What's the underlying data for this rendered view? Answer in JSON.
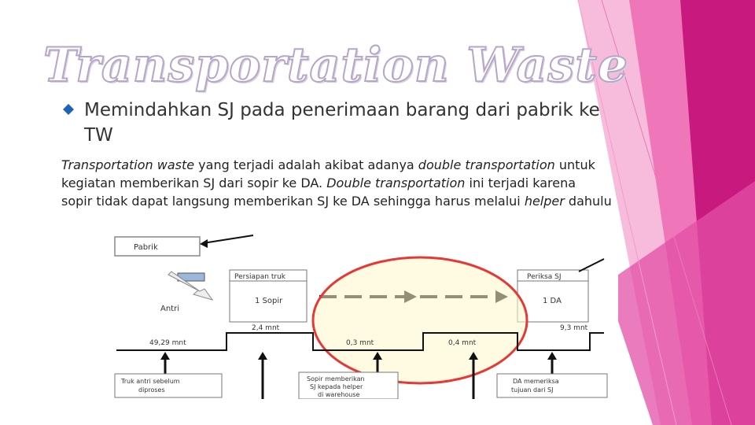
{
  "colors": {
    "accent": "#e6007e",
    "pink_light": "#f4a6cf",
    "pink_mid": "#ec5fae",
    "pink_dark": "#c2177e",
    "highlight_oval": "#e53935",
    "bullet": "#1e63b8"
  },
  "slide": {
    "title": "Transportation Waste",
    "bullet": {
      "icon": "diamond-bullet-icon",
      "line1": "Memindahkan SJ pada penerimaan barang dari pabrik ke",
      "line2": "TW"
    },
    "paragraph": {
      "p1": "Transportation waste",
      "p2": " yang terjadi adalah akibat adanya ",
      "p3": "double transportation",
      "p4": " untuk",
      "p5": "kegiatan memberikan SJ dari sopir ke DA. ",
      "p6": "Double transportation",
      "p7": " ini terjadi karena",
      "p8": "sopir tidak dapat langsung memberikan SJ ke DA sehingga harus melalui ",
      "p9": "helper",
      "p10": " dahulu"
    }
  },
  "figure": {
    "pabrik": "Pabrik",
    "persiapan": "Persiapan truk",
    "sopir": "1 Sopir",
    "antri": "Antri",
    "periksa": "Periksa SJ",
    "da": "1 DA",
    "t1": "2,4 mnt",
    "t2": "9,3 mnt",
    "t3": "49,29 mnt",
    "t4": "0,3 mnt",
    "t5": "0,4 mnt",
    "note1_l1": "Truk antri sebelum",
    "note1_l2": "diproses",
    "note2_l1": "Sopir memberikan",
    "note2_l2": "SJ kepada helper",
    "note2_l3": "di warehouse",
    "note3_l1": "DA memeriksa",
    "note3_l2": "tujuan dari SJ"
  }
}
